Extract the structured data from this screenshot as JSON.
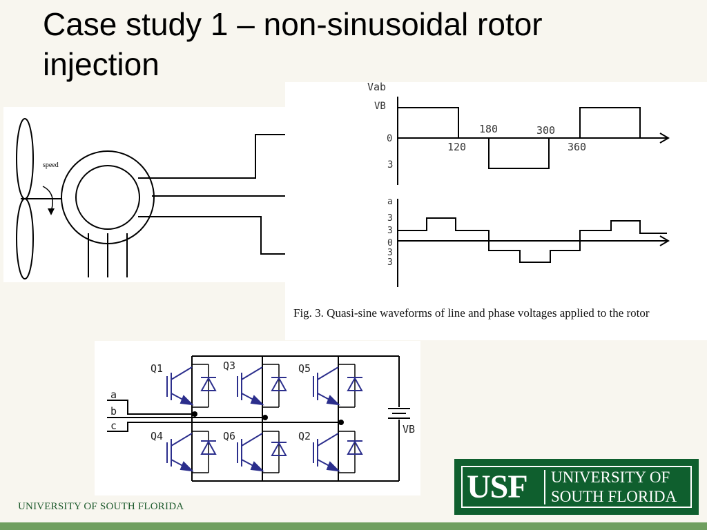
{
  "slide": {
    "title_line1": "Case study 1 – non-sinusoidal rotor",
    "title_line2": "injection",
    "footer": "UNIVERSITY OF  SOUTH FLORIDA"
  },
  "machine_figure": {
    "speed_label": "speed"
  },
  "waveform_figure": {
    "top_axis_label": "Vab",
    "top_level_label": "VB",
    "bottom_axis_label": "a",
    "angle_labels": [
      "120",
      "180",
      "300",
      "360"
    ],
    "caption": "Fig. 3.    Quasi-sine waveforms of line and phase voltages applied to the rotor"
  },
  "inverter_figure": {
    "switch_labels": [
      "Q1",
      "Q3",
      "Q5",
      "Q4",
      "Q6",
      "Q2"
    ],
    "phase_labels": [
      "a",
      "b",
      "c"
    ],
    "battery_label": "VB"
  },
  "logo": {
    "abbr": "USF",
    "line1": "UNIVERSITY OF",
    "line2": "SOUTH FLORIDA"
  },
  "colors": {
    "background": "#f8f6ef",
    "logo_green": "#0f5f2e",
    "footer_green": "#6f9f5f",
    "transistor_blue": "#2b2e8c"
  }
}
